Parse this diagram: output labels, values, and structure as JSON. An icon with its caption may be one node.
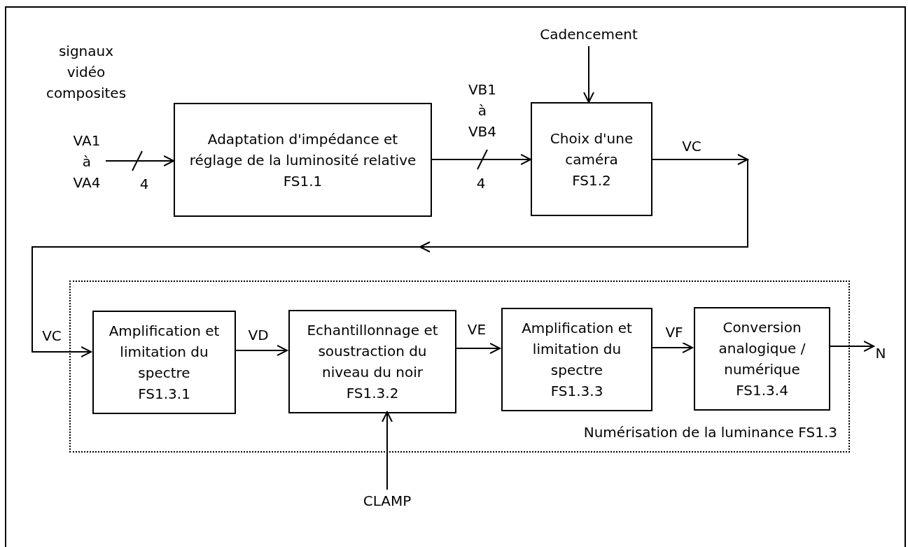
{
  "diagram": {
    "nodes": [
      {
        "text": [
          "VA1 à VA4"
        ]
      },
      {
        "text": [
          "Adaptation d'impédance et réglage de la luminosité relative",
          "FS1.1"
        ]
      },
      {
        "text": [
          "Cadencement"
        ]
      },
      {
        "text": [
          "Choix d'une caméra",
          "FS1.2"
        ]
      },
      {
        "text": [
          "Numérisation de la luminance FS1.3"
        ]
      },
      {
        "text": [
          "Amplification et limitation du spectre",
          "FS1.3.1"
        ],
        "in": 4
      },
      {
        "text": [
          "Echantillonnage et soustraction du niveau du noir FS1.3.2"
        ],
        "in": 4
      },
      {
        "text": [
          "Amplification et limitation du spectre",
          "FS1.3.3"
        ],
        "in": 4
      },
      {
        "text": [
          "Conversion analogique / numérique",
          "FS1.3.4"
        ],
        "in": 4
      },
      {
        "text": [
          "N"
        ]
      },
      {
        "text": [
          "CLAMP"
        ]
      }
    ],
    "edges": [
      {
        "from": 0,
        "to": 1,
        "arrow": "to",
        "label": "4"
      },
      {
        "from": 1,
        "to": 3,
        "arrow": "to",
        "label": "4"
      },
      {
        "from": 2,
        "to": 3,
        "arrow": "to"
      },
      {
        "from": 3,
        "to": 5,
        "arrow": "to",
        "label": "VC"
      },
      {
        "from": 5,
        "to": 6,
        "arrow": "to",
        "label": "VD"
      },
      {
        "from": 6,
        "to": 7,
        "arrow": "to",
        "label": "VE"
      },
      {
        "from": 7,
        "to": 8,
        "arrow": "to",
        "label": "VF"
      },
      {
        "from": 8,
        "to": 9,
        "arrow": "to"
      },
      {
        "from": 10,
        "to": 6,
        "arrow": "to"
      }
    ],
    "labels": [
      "signaux vidéo composites",
      "VB1 à VB4",
      "VC"
    ]
  }
}
